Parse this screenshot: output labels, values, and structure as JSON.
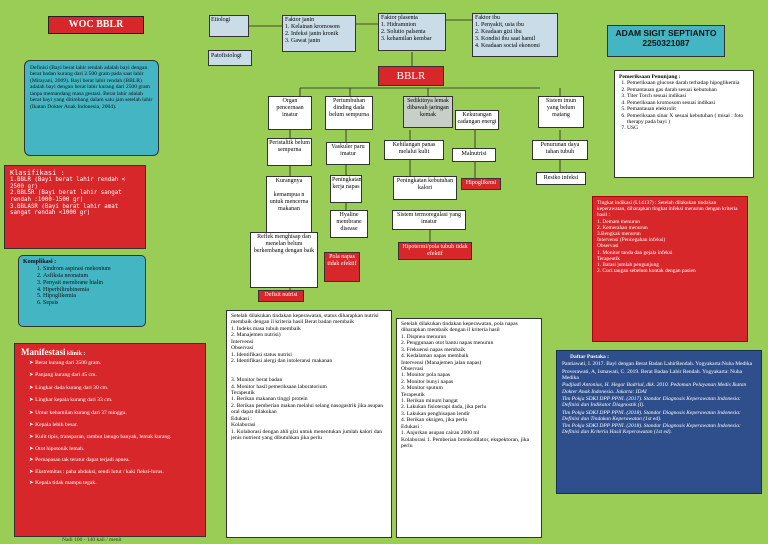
{
  "title": "WOC BBLR",
  "author": {
    "name": "ADAM SIGIT SEPTIANTO",
    "nim": "2250321087"
  },
  "etiologi": {
    "label": "Etiologi",
    "janin": [
      "Faktor janin",
      "1. Kelainan kromosom",
      "2. Infeksi janin kronik",
      "3. Gawat janin"
    ],
    "plasenta": [
      "Faktor plasenta",
      "1. Hidramnion",
      "2. Solutio palsenta",
      "3. kehamilan kembar"
    ],
    "ibu": [
      "Faktor ibu",
      "1. Penyakit, usia ibu",
      "2. Keadaan gizi ibu",
      "3. Kondisi ibu saat hamil",
      "4. Keadaan social ekonomi"
    ]
  },
  "patofisiologi": "Patofisiologi",
  "center": "BBLR",
  "definisi": "Definisi (Bayi berat lahir rendah adalah bayi dengan berat badan kurang dari 2.500 gram pada saat lahir (Mitayani, 2009). Bayi berat lahir rendah (BBLR) adalah bayi dengan berat lahir kurang dari 2500 gram tanpa memandang masa gestasi. Berat lahir adalah berat bayi yang ditimbang dalam satu jam setelah lahir (Ikatan Dokter Anak Indonesia, 2004).",
  "klasifikasi": {
    "title": "Klasifikasi :",
    "items": [
      "1.BBLR (Bayi berat lahir rendah < 2500 gr)",
      "2.BBLSR (Bayi berat lahir sangat rendah :1000-1500 gr)",
      "3.BBLASR (Bayi berat lahir amat sangat rendah <1000 gr)"
    ]
  },
  "komplikasi": {
    "title": "Komplikasi :",
    "items": [
      "Sindrom aspirasi mekonium",
      "Asfiksia neonatum",
      "Penyait membrane hialin",
      "Hiperbilirubinemia",
      "Hipoglikemia",
      "Sepsis"
    ]
  },
  "manifestasi": {
    "title": "Manifestasi",
    "subtitle": "klinik :",
    "items": [
      "Berat kurang dari 2500 gram.",
      "Panjang kurang dari 45 cm.",
      "Lingkar dada kurang dari 30 cm.",
      "Lingkar kepala kurang dari 33 cm.",
      "Umur kehamilan kurang dari 37 minggu.",
      "Kepala lebih besar.",
      "Kulit tipis, transparan, rambut lanugo banyak, lemak kurang.",
      "Otot hipotonik lemah.",
      "Pernapasan tak teratur dapat terjadi apnea.",
      "Ekstremitas : paha abduksi, sendi lutut / kaki fleksi-lurus.",
      "Kepala tidak mampu tegak."
    ],
    "footer": "Nadi 100 - 140 kali / menit"
  },
  "flow": {
    "organ": "Organ pencernaan imatur",
    "pertumbuhan": "Pertumbuhan dinding dada belum sempurna",
    "sedikit_lemak": "Sedikitnya lemak dibawah jaringan kemak",
    "imun": "Sistem imun yang belum matang",
    "peristaltik": "Peristaltik belum sempurna",
    "vaskuler": "Vaskuler paru imatur",
    "kehilangan": "Kehilangan panas melalui kulit",
    "kekurangan": "Kekurangan cadangan energi",
    "malnutrisi": "Malnutrisi",
    "penurunan": "Penurunan daya tahan tubuh",
    "kurangnya": "Kurangnya\n\nkemampua n untuk mencerna makanan",
    "peningkatan_kerja": "Peningkatan kerja napas",
    "peningkatan_kebutuhan": "Peningkatan kebutuhan kalori",
    "resiko": "Resiko infeksi",
    "hipoglikemi": "Hipoglikemi",
    "refleks": "Reflek menghisap dan menelan belum berkembang dengan baik",
    "hyaline": "Hyaline membrane disease",
    "termoregulasi": "Sistem termoregulasi yang imatur",
    "pola_napas": "Pola napas tidak efektif",
    "hipotermi": "Hipotermi/pola tubuh tidak efektif",
    "defisit": "Defisit nutrisi"
  },
  "pemeriksaan": {
    "title": "Pemeriksaan Penunjang :",
    "items": [
      "Pemeriksaan glucose darah terhadap hipoglikemia",
      "Pemantauan gas darah sesuai kebutuhan",
      "Titer Torch sesuai indikasi",
      "Pemeriksaan kromosom sesuai indikasi",
      "Pemantauan elektrolit",
      "Pemeriksaan sinar X sesuai kebutuhan ( misal : foto therapy pada bayi )",
      "USG"
    ]
  },
  "red_right": "Tingkat indikasi (L14137) : Setelah dilakukan tindakan keperawatan, diharapkan tingkat infeksi menurun dengan kriteria hasil :\n1. Demam menurun\n2. Kemerahan menurun\n3.Bengkak menurun\nIntervensi (Pencegahan infeksi)\nObservasi\n1. Monitor tanda dan gejala infeksi\nTerapeutik\n1. Batasi jumlah pengunjung\n2. Cuci tangan sebelum kontak dengan pasien",
  "col1": "Setelah dilakukan tindakan keperawatan, status diharapkan nutrisi membaik dengan il kriteria hasil Berat badan membaik\n1. Indeks masa tubuh membaik\n2. Manajemen nutrisi)\nIntervensi\nObservasi\n1. Identifikasi status nutrisi\n2. Identifikasi alergi dan intoleransi makanan\n\n\n3. Monitor berat badan\n4. Monitor hasil pemeriksaan laboratorium\nTerapeutik\n1. Berikan makanan tinggi protein\n2. Berikan pemberian makan melalui selang nasogastrik jika asupan oral dapat dilakukan\nEdukasi :\nKolaborasi\n1. Kolaborasi dengan ahli gizi untuk menentukan jumlah kalori dan jenis nutrient yang dibutuhkan jika perlu",
  "col2": "Setelah dilakukan tindakan keperawatan, pola napas diharapkan membaik dengan il kriteria hasil\n1. Dispnea menurun\n2. Penggunaan otot bantu napas menurun\n3. Frekuensi napas membaik\n4. Kedalaman napas membaik\nIntervensi (Manajemen jalan napas)\nObservasi\n1. Monitor pola napas\n2. Monitor bunyi napas\n3. Monitor sputum\nTerapeutik\n1. Berikan minum hangat\n2. Lakukan fisioterapi dada, jika perlu\n3. Lakukan penghisapan lendir\n4. Berikan oksigen, jika perlu\nEdukasi :\n1. Anjurkan asupan cairan 2000 ml\nKolaborasi 1. Pemberian bronkodilator, ekspektoran, jika perlu",
  "pustaka": {
    "title": "Daftar Pustaka :",
    "items": [
      "Pantiawati, I. 2017. Bayi dengan Berat Badan LahirRendah. Yogyakarta:Nuha Medika",
      "Proverawati, A, Ismawati, C. 2019. Berat Badan Lahir Rendah. Yogyakarta: Nuha Medika",
      "Pudjiadi Antonius, H. Hegar Badriul, dkk. 2010. Pedoman Pelayanan Medis Ikatan Dokter Anak Indonesia. Jakarta: IDAI",
      "Tim Pokja SDKI DPP PPNI. (2017). Standar Diagnosis Keperawatan Indonesia: Definisi dan Indikator Diagnostik (I).",
      "Tim Pokja SDKI DPP PPNI. (2018). Standar Diagnosis Keperawatan Indonesia: Definisi dan Tindakan Keperawatan (1st ed).",
      "Tim Pokja SDKI DPP PPNI. (2018). Standar Diagnosis Keperawatan Indonesia: Definisi dan Kriteria Hasil Keperawatan (1st ed)."
    ]
  }
}
